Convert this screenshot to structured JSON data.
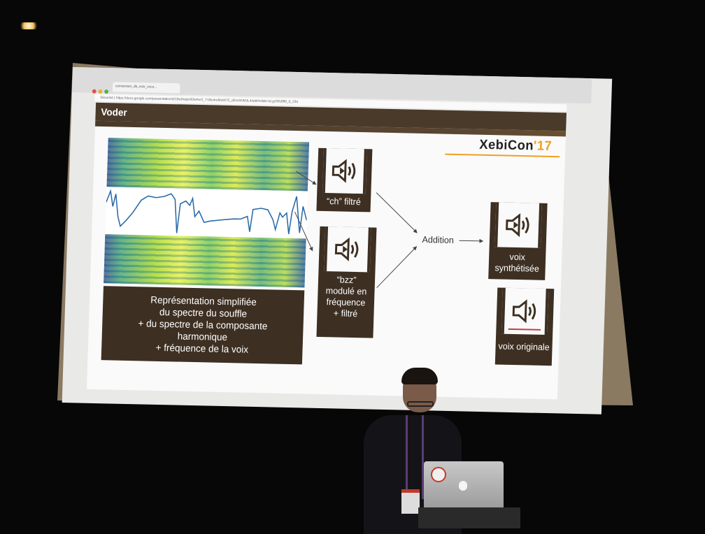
{
  "browser": {
    "tab_title": "conversion_de_voix_voco...",
    "address": "Sécurisé | https://docs.google.com/presentation/d/1Bo04qlzr93wAvr2_Y1Bo4nd0oW7Z_d2snhNMJL4/edit#slide=id.gcf3fcf8f0_0_234"
  },
  "slide": {
    "title": "Voder",
    "logo_main": "XebiCon",
    "logo_year": "'17",
    "caption_lines": [
      "Représentation simplifiée",
      "du spectre du souffle",
      "+ du spectre de la composante",
      "harmonique",
      "+ fréquence de la voix"
    ],
    "box_ch": "“ch” filtré",
    "box_bzz_lines": [
      "“bzz”",
      "modulé en",
      "fréquence",
      "+ filtré"
    ],
    "addition": "Addition",
    "box_voix_synth_lines": [
      "voix",
      "synthétisée"
    ],
    "box_voix_orig": "voix originale"
  },
  "colors": {
    "box_brown": "#3d2f22",
    "accent_orange": "#f0a020",
    "wave_blue": "#2a6aa8"
  },
  "icons": [
    "speaker-icon",
    "speaker-icon",
    "speaker-icon",
    "speaker-icon"
  ]
}
